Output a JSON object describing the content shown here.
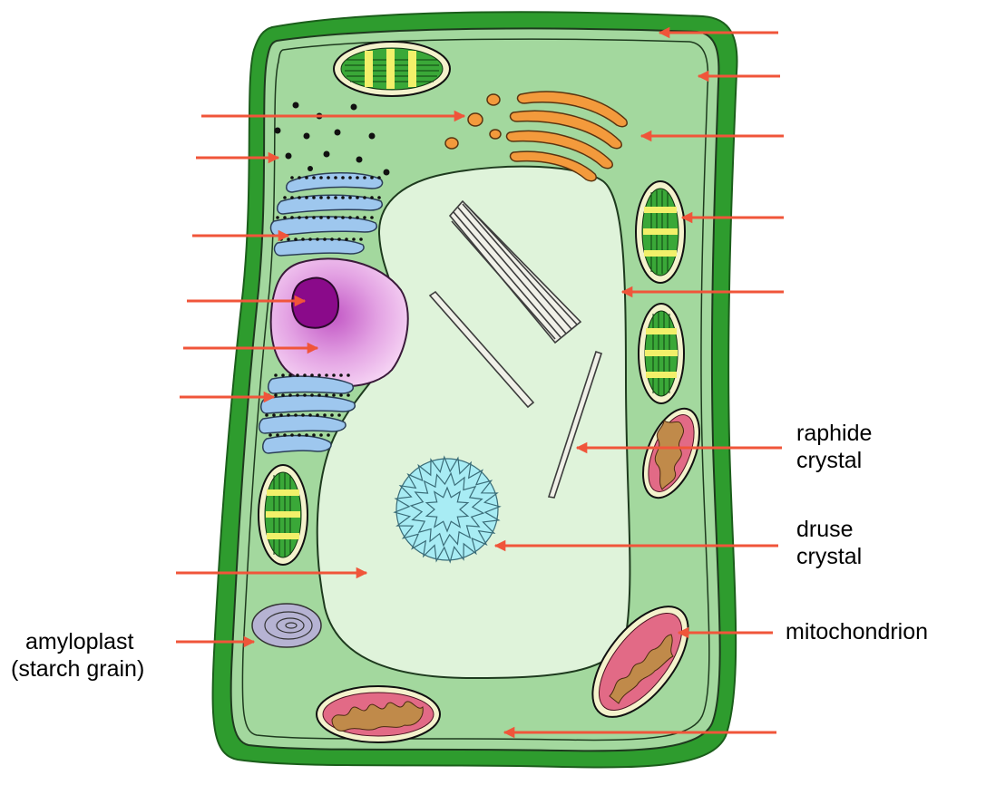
{
  "labels": {
    "raphide_line1": "raphide",
    "raphide_line2": "crystal",
    "druse_line1": "druse",
    "druse_line2": "crystal",
    "mitochondrion": "mitochondrion",
    "amyloplast_line1": "amyloplast",
    "amyloplast_line2": "(starch grain)"
  },
  "colors": {
    "cell_wall": "#2e9c2e",
    "cytoplasm": "#a3d89e",
    "vacuole": "#dff3da",
    "arrow": "#f0553a",
    "chloroplast_green": "#3aa838",
    "chloroplast_yellow": "#f2f06a",
    "golgi": "#f39a3c",
    "er": "#9ec7ee",
    "nucleus": "#e9a6e6",
    "nucleolus": "#8a0a8a",
    "mitochondria": "#e26a86",
    "mito_cristae": "#c08a4a",
    "druse": "#a8ecf4",
    "amyloplast": "#b6b3d3"
  },
  "arrow_count": 17
}
